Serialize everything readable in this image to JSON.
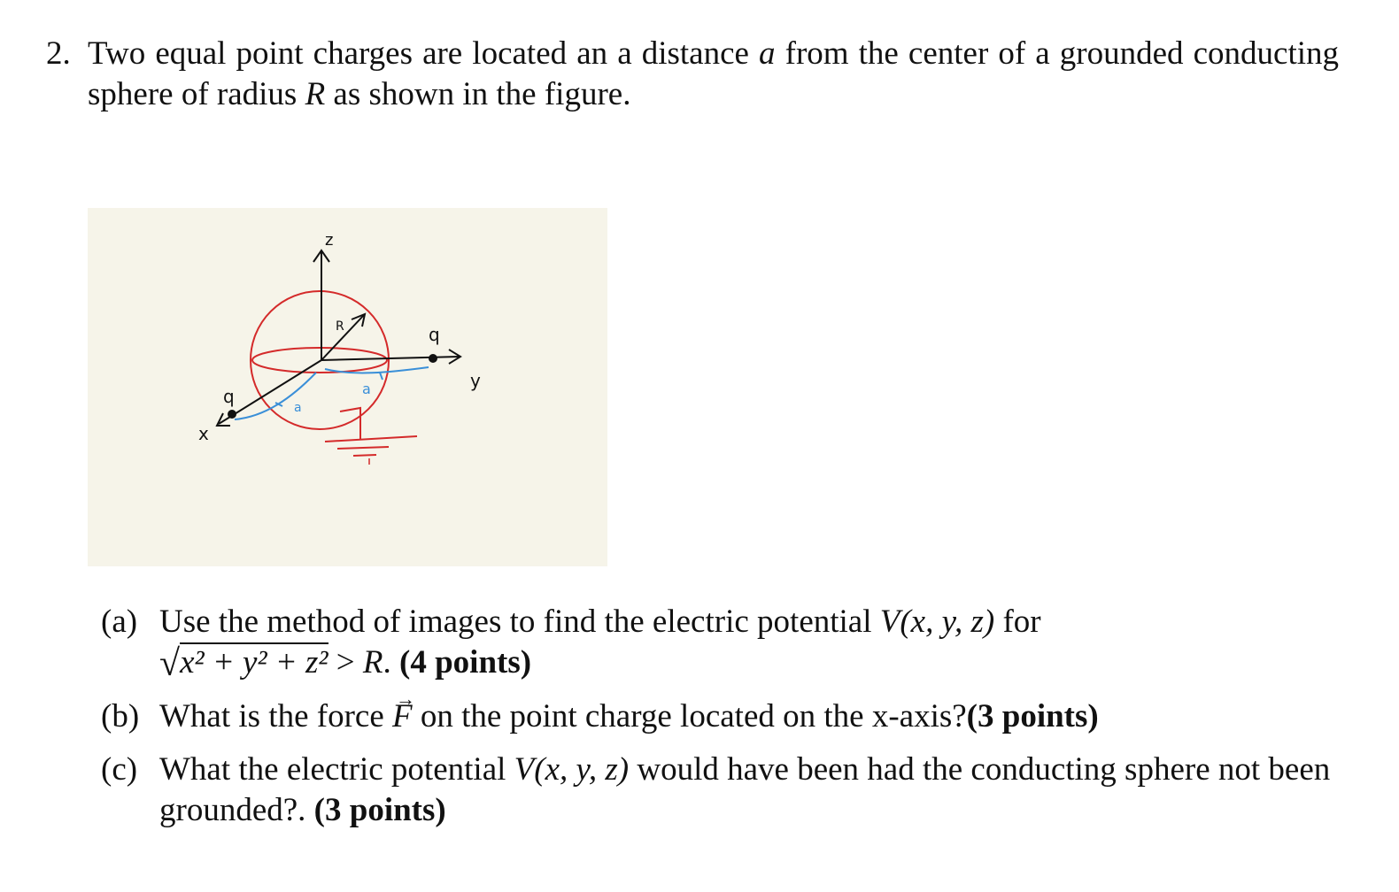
{
  "problem": {
    "number": "2.",
    "intro_line1_a": "Two equal point charges are located an a distance ",
    "intro_var_a": "a",
    "intro_line1_b": " from the center of a grounded conducting sphere of radius ",
    "intro_var_R": "R",
    "intro_line1_c": " as shown in the figure."
  },
  "figure": {
    "labels": {
      "z_axis": "z",
      "y_axis": "y",
      "x_axis": "x",
      "radius": "R",
      "charge_y": "q",
      "charge_x": "q",
      "dist_y": "a",
      "dist_x": "a"
    },
    "colors": {
      "background": "#f6f4e9",
      "axes": "#111111",
      "sphere": "#d42a2a",
      "distance_marks": "#3a8fd8"
    }
  },
  "parts": {
    "a": {
      "label": "(a)",
      "text1": "Use the method of images to find the electric potential ",
      "func": "V(x, y, z)",
      "text2": " for",
      "sqrt_expr": "x² + y² + z²",
      "text3": " > ",
      "var_R": "R",
      "text4": ". ",
      "points": "(4 points)"
    },
    "b": {
      "label": "(b)",
      "text1": "What is the force ",
      "vec_F": "F",
      "vec_arrow": "→",
      "text2": " on the point charge located on the x-axis?",
      "points": "(3 points)"
    },
    "c": {
      "label": "(c)",
      "text1": "What the electric potential ",
      "func": "V(x, y, z)",
      "text2": " would have been had the conducting sphere not been grounded?. ",
      "points": "(3 points)"
    }
  }
}
